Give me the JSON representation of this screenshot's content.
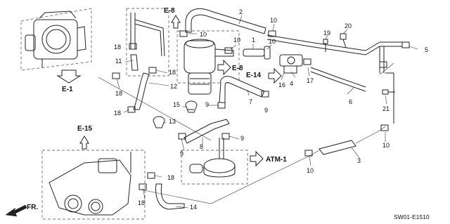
{
  "callouts": {
    "c1": "1",
    "c2": "2",
    "c3": "3",
    "c4": "4",
    "c5": "5",
    "c6": "6",
    "c7": "7",
    "c8": "8",
    "c9a": "9",
    "c9b": "9",
    "c9c": "9",
    "c9d": "9",
    "c10a": "10",
    "c10b": "10",
    "c10c": "10",
    "c10d": "10",
    "c10e": "10",
    "c10f": "10",
    "c10g": "10",
    "c11": "11",
    "c12": "12",
    "c13": "13",
    "c14": "14",
    "c15": "15",
    "c16": "16",
    "c17": "17",
    "c18a": "18",
    "c18b": "18",
    "c18c": "18",
    "c18d": "18",
    "c18e": "18",
    "c18f": "18",
    "c19": "19",
    "c20": "20",
    "c21": "21"
  },
  "refs": {
    "e1": "E-1",
    "e8a": "E-8",
    "e8b": "E-8",
    "e14": "E-14",
    "e15": "E-15",
    "atm1": "ATM-1"
  },
  "direction_label": "FR.",
  "diagram_code": "SW01-E1510"
}
